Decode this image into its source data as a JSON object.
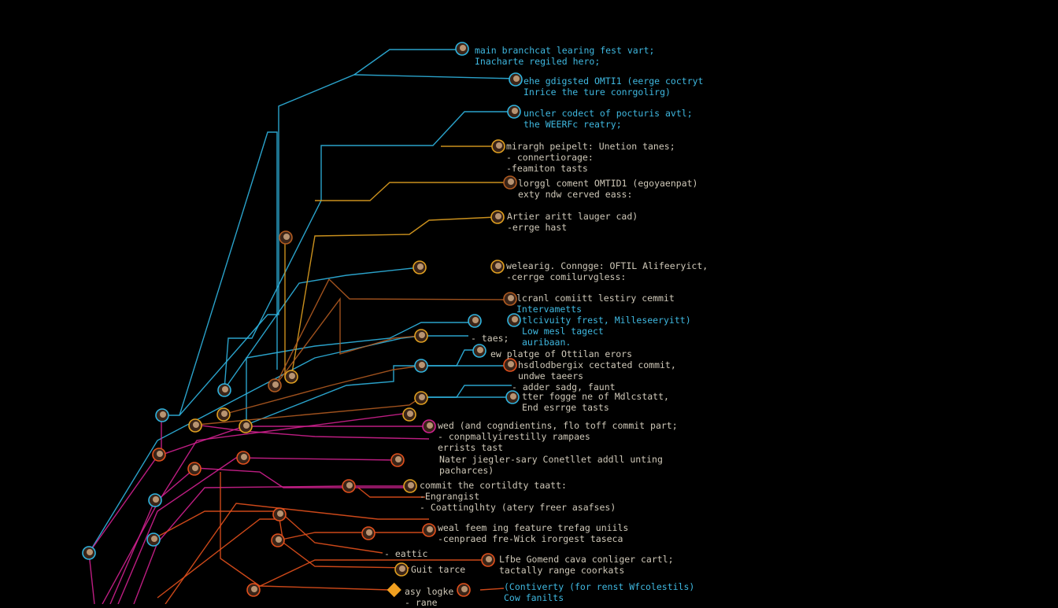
{
  "colors": {
    "background": "#000000",
    "cyan": "#2fb4e0",
    "yellow": "#e0a020",
    "brown": "#b05a20",
    "magenta": "#d0208f",
    "orange": "#e2501c",
    "text": "#d9d2c4"
  },
  "labels": [
    {
      "lines": [
        "main branchcat learing fest vart;",
        "Inacharte regiled hero;"
      ],
      "tone": "cyan"
    },
    {
      "lines": [
        "ehe gdigsted OMTI1 (eerge coctryt",
        "Inrice the ture conrgolirg)"
      ],
      "tone": "cyan"
    },
    {
      "lines": [
        "uncler codect of pocturis avtl;",
        "the WEERFc reatry;"
      ],
      "tone": "cyan"
    },
    {
      "lines": [
        "mirargh peipelt: Unetion tanes;",
        "- connertiorage:",
        "  -feamiton tasts"
      ],
      "tone": "light"
    },
    {
      "lines": [
        "lorggl coment OMTID1 (egoyaenpat)",
        "exty ndw cerved eass:"
      ],
      "tone": "light"
    },
    {
      "lines": [
        "Artier aritt lauger cad)",
        "-errge hast"
      ],
      "tone": "light"
    },
    {
      "lines": [
        "welearig. Conngge: OFTIL Alifeeryict,",
        "-cerrge comilurvgless:"
      ],
      "tone": "light"
    },
    {
      "lines": [
        "lcranl comiitt lestiry cemmit"
      ],
      "tone": "light"
    },
    {
      "lines": [
        "Intervametts"
      ],
      "tone": "cyan"
    },
    {
      "lines": [
        "tlcivuity frest, Milleseeryitt)",
        "Low mesl tagect",
        "     auribaan."
      ],
      "tone": "cyan"
    },
    {
      "lines": [
        "- taes;"
      ],
      "tone": "light"
    },
    {
      "lines": [
        "ew platge of Ottilan erors"
      ],
      "tone": "light"
    },
    {
      "lines": [
        "hsdlodbergix cectated commit,",
        "undwe taeers"
      ],
      "tone": "light"
    },
    {
      "lines": [
        "- adder sadg, faunt"
      ],
      "tone": "light"
    },
    {
      "lines": [
        "tter fogge ne of Mdlcstatt,",
        "End esrrge tasts"
      ],
      "tone": "light"
    },
    {
      "lines": [
        "wed (and cogndientins, flo toff commit part;",
        "- conpmallyirestilly rampaes",
        "  errists tast"
      ],
      "tone": "light"
    },
    {
      "lines": [
        "Nater jiegler-sary Conetllet addll unting",
        "pacharces)"
      ],
      "tone": "light"
    },
    {
      "lines": [
        "commit the cortildty taatt:",
        "-Engrangist",
        "- Coattinglhty (atery freer asafses)"
      ],
      "tone": "light"
    },
    {
      "lines": [
        "weal feem ing feature trefag uniils",
        "-cenpraed fre-Wick irorgest taseca"
      ],
      "tone": "light"
    },
    {
      "lines": [
        "- eattic"
      ],
      "tone": "light"
    },
    {
      "lines": [
        "Guit tarce"
      ],
      "tone": "light"
    },
    {
      "lines": [
        "Lfbe Gomend cava conliger cartl;",
        "tactally range coorkats"
      ],
      "tone": "light"
    },
    {
      "lines": [
        "asy logke",
        "  - rane"
      ],
      "tone": "light"
    },
    {
      "lines": [
        "(Contiverty (for renst Wfcolestils)",
        "  Cow fanilts"
      ],
      "tone": "cyan"
    }
  ]
}
